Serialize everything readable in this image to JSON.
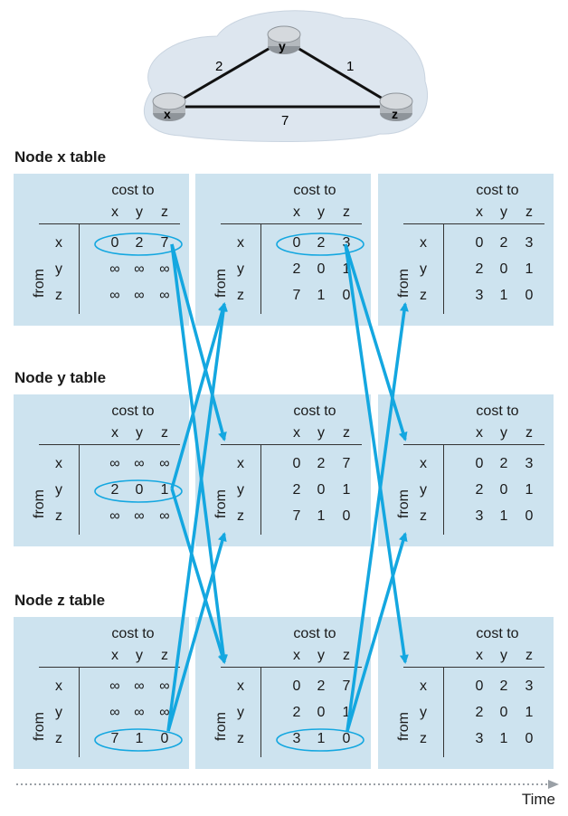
{
  "topology": {
    "nodes": [
      {
        "id": "x",
        "label": "x"
      },
      {
        "id": "y",
        "label": "y"
      },
      {
        "id": "z",
        "label": "z"
      }
    ],
    "links": [
      {
        "from": "x",
        "to": "y",
        "cost": "2"
      },
      {
        "from": "y",
        "to": "z",
        "cost": "1"
      },
      {
        "from": "x",
        "to": "z",
        "cost": "7"
      }
    ]
  },
  "labels": {
    "cost_to": "cost to",
    "from": "from",
    "time": "Time"
  },
  "sections": [
    {
      "title": "Node x table",
      "tables": [
        {
          "cols": [
            "x",
            "y",
            "z"
          ],
          "rows": [
            "x",
            "y",
            "z"
          ],
          "cells": [
            [
              "0",
              "2",
              "7"
            ],
            [
              "∞",
              "∞",
              "∞"
            ],
            [
              "∞",
              "∞",
              "∞"
            ]
          ],
          "highlight_row": 0
        },
        {
          "cols": [
            "x",
            "y",
            "z"
          ],
          "rows": [
            "x",
            "y",
            "z"
          ],
          "cells": [
            [
              "0",
              "2",
              "3"
            ],
            [
              "2",
              "0",
              "1"
            ],
            [
              "7",
              "1",
              "0"
            ]
          ],
          "highlight_row": 0
        },
        {
          "cols": [
            "x",
            "y",
            "z"
          ],
          "rows": [
            "x",
            "y",
            "z"
          ],
          "cells": [
            [
              "0",
              "2",
              "3"
            ],
            [
              "2",
              "0",
              "1"
            ],
            [
              "3",
              "1",
              "0"
            ]
          ],
          "highlight_row": null
        }
      ]
    },
    {
      "title": "Node y table",
      "tables": [
        {
          "cols": [
            "x",
            "y",
            "z"
          ],
          "rows": [
            "x",
            "y",
            "z"
          ],
          "cells": [
            [
              "∞",
              "∞",
              "∞"
            ],
            [
              "2",
              "0",
              "1"
            ],
            [
              "∞",
              "∞",
              "∞"
            ]
          ],
          "highlight_row": 1
        },
        {
          "cols": [
            "x",
            "y",
            "z"
          ],
          "rows": [
            "x",
            "y",
            "z"
          ],
          "cells": [
            [
              "0",
              "2",
              "7"
            ],
            [
              "2",
              "0",
              "1"
            ],
            [
              "7",
              "1",
              "0"
            ]
          ],
          "highlight_row": null
        },
        {
          "cols": [
            "x",
            "y",
            "z"
          ],
          "rows": [
            "x",
            "y",
            "z"
          ],
          "cells": [
            [
              "0",
              "2",
              "3"
            ],
            [
              "2",
              "0",
              "1"
            ],
            [
              "3",
              "1",
              "0"
            ]
          ],
          "highlight_row": null
        }
      ]
    },
    {
      "title": "Node z table",
      "tables": [
        {
          "cols": [
            "x",
            "y",
            "z"
          ],
          "rows": [
            "x",
            "y",
            "z"
          ],
          "cells": [
            [
              "∞",
              "∞",
              "∞"
            ],
            [
              "∞",
              "∞",
              "∞"
            ],
            [
              "7",
              "1",
              "0"
            ]
          ],
          "highlight_row": 2
        },
        {
          "cols": [
            "x",
            "y",
            "z"
          ],
          "rows": [
            "x",
            "y",
            "z"
          ],
          "cells": [
            [
              "0",
              "2",
              "7"
            ],
            [
              "2",
              "0",
              "1"
            ],
            [
              "3",
              "1",
              "0"
            ]
          ],
          "highlight_row": 2
        },
        {
          "cols": [
            "x",
            "y",
            "z"
          ],
          "rows": [
            "x",
            "y",
            "z"
          ],
          "cells": [
            [
              "0",
              "2",
              "3"
            ],
            [
              "2",
              "0",
              "1"
            ],
            [
              "3",
              "1",
              "0"
            ]
          ],
          "highlight_row": null
        }
      ]
    }
  ],
  "colors": {
    "table_bg": "#cde3ef",
    "arrow": "#14a7e0",
    "cloud": "#dde6ef"
  }
}
